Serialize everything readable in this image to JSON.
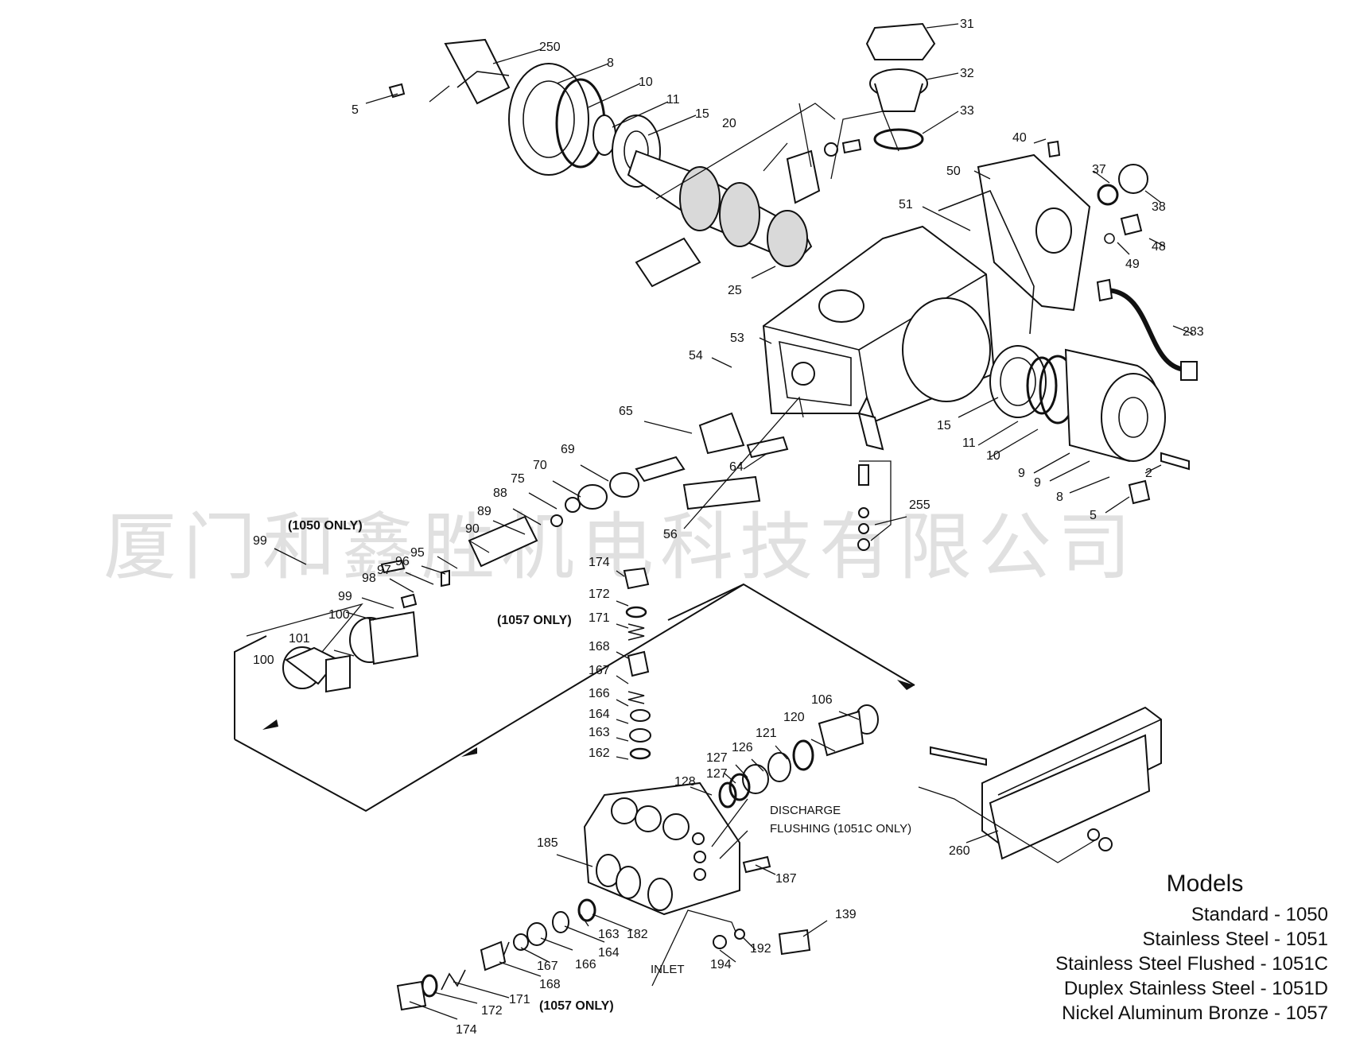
{
  "watermark": "厦门和鑫胜机电科技有限公司",
  "models": {
    "title": "Models",
    "items": [
      "Standard - 1050",
      "Stainless Steel - 1051",
      "Stainless Steel Flushed - 1051C",
      "Duplex Stainless Steel - 1051D",
      "Nickel Aluminum Bronze - 1057"
    ]
  },
  "notes": {
    "only_1050": "(1050 ONLY)",
    "only_1057_top": "(1057 ONLY)",
    "only_1057_bottom": "(1057 ONLY)",
    "discharge": "DISCHARGE",
    "flushing": "FLUSHING (1051C ONLY)",
    "inlet": "INLET"
  },
  "callouts": [
    "31",
    "32",
    "33",
    "250",
    "8",
    "10",
    "11",
    "15",
    "20",
    "5",
    "40",
    "50",
    "37",
    "38",
    "51",
    "48",
    "49",
    "283",
    "25",
    "53",
    "54",
    "15",
    "11",
    "10",
    "9",
    "9",
    "8",
    "5",
    "2",
    "65",
    "64",
    "69",
    "70",
    "75",
    "88",
    "89",
    "90",
    "56",
    "255",
    "99",
    "95",
    "96",
    "97",
    "98",
    "99",
    "100",
    "100",
    "101",
    "174",
    "172",
    "171",
    "168",
    "167",
    "166",
    "164",
    "163",
    "162",
    "106",
    "120",
    "121",
    "126",
    "127",
    "127",
    "128",
    "185",
    "187",
    "139",
    "163",
    "182",
    "164",
    "166",
    "167",
    "168",
    "171",
    "172",
    "174",
    "192",
    "194",
    "260"
  ]
}
